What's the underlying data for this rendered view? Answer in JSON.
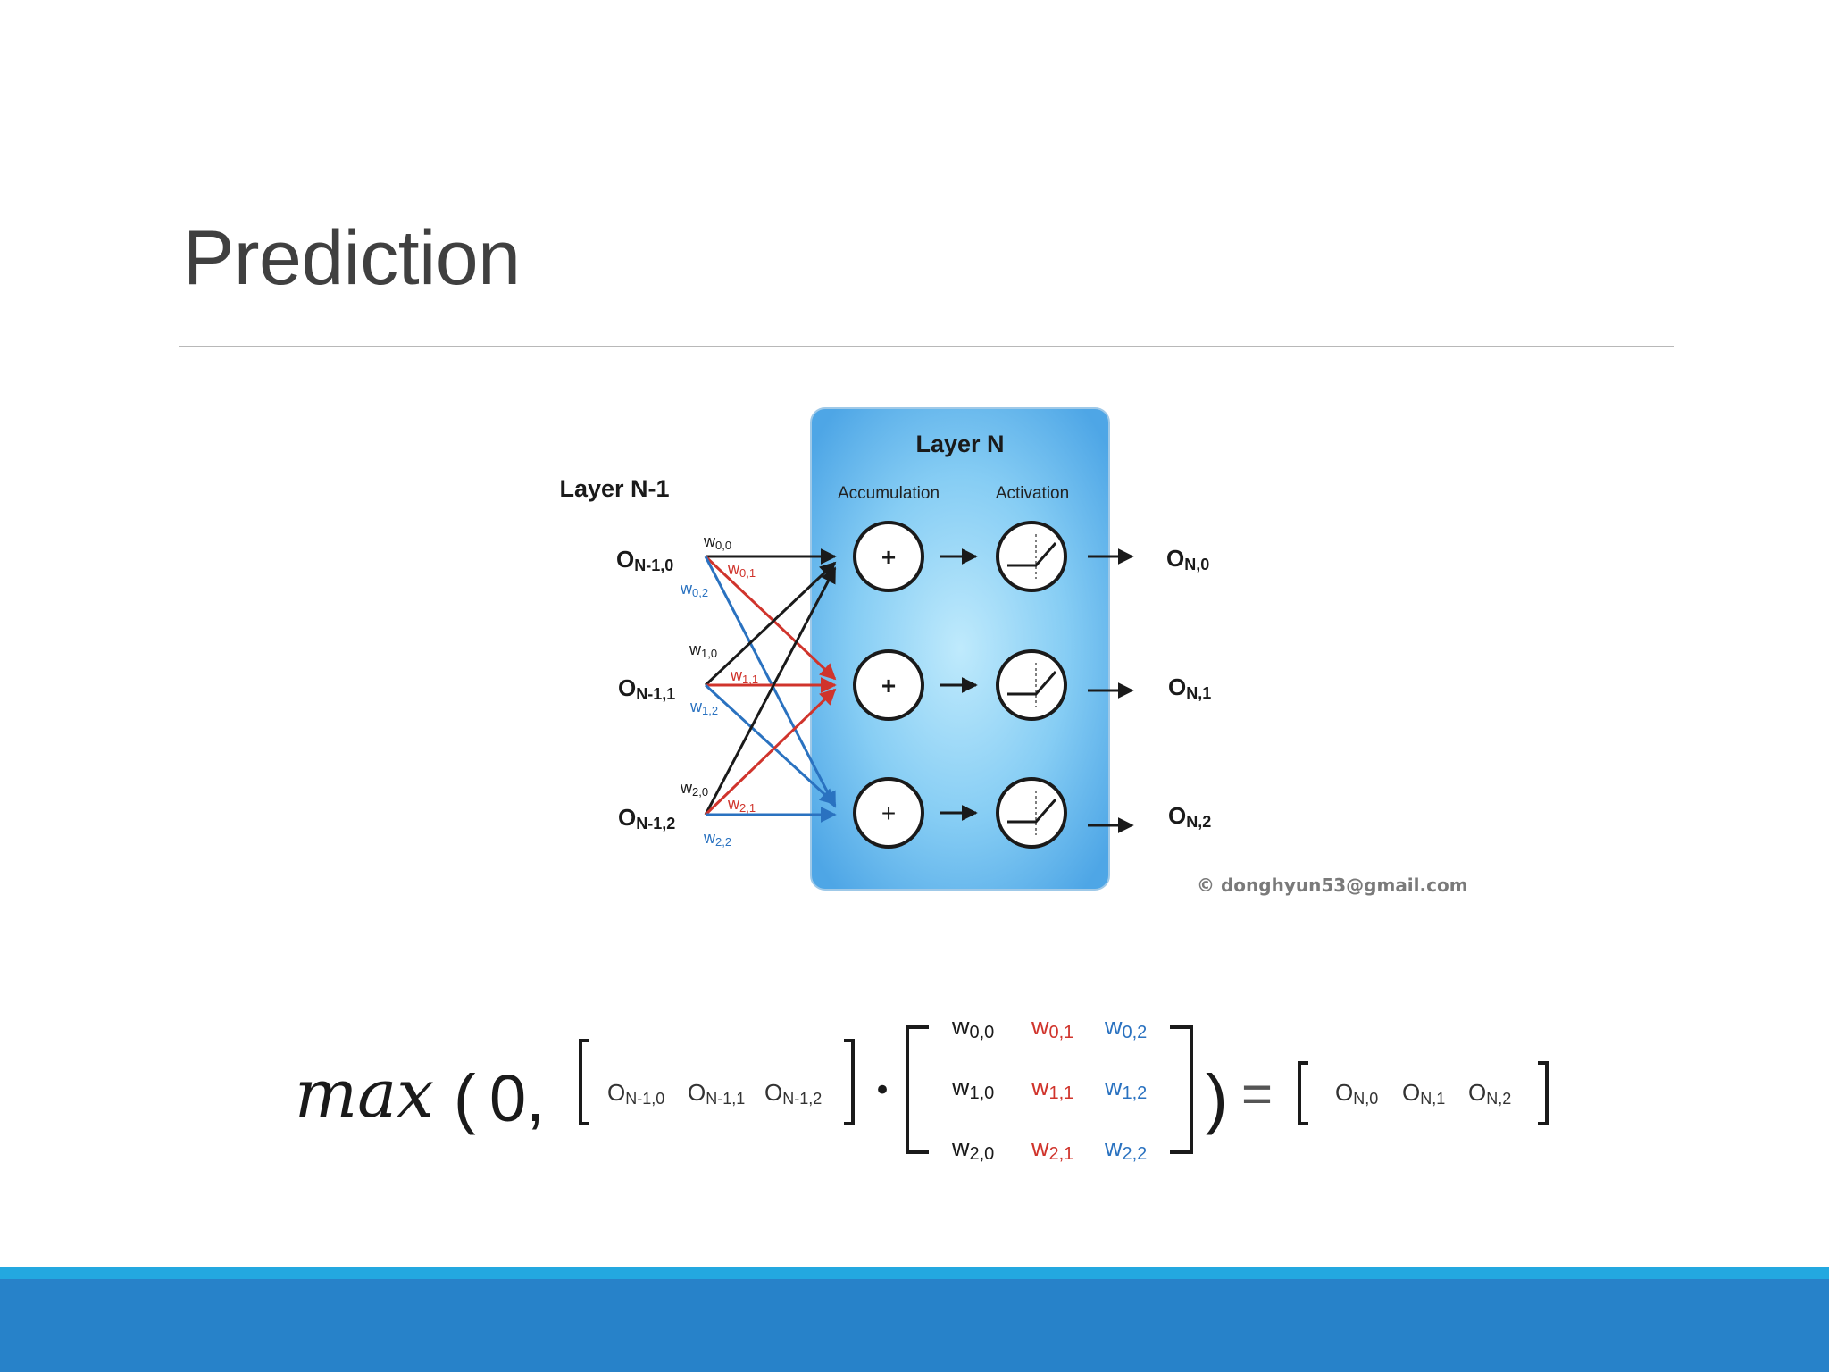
{
  "slide": {
    "title": "Prediction"
  },
  "diagram": {
    "layer_prev": "Layer N-1",
    "layer_curr": "Layer N",
    "accumulation": "Accumulation",
    "activation": "Activation",
    "plus": "+",
    "inputs": [
      {
        "base": "O",
        "sub": "N-1,0"
      },
      {
        "base": "O",
        "sub": "N-1,1"
      },
      {
        "base": "O",
        "sub": "N-1,2"
      }
    ],
    "outputs": [
      {
        "base": "O",
        "sub": "N,0"
      },
      {
        "base": "O",
        "sub": "N,1"
      },
      {
        "base": "O",
        "sub": "N,2"
      }
    ],
    "weights": [
      {
        "base": "w",
        "sub": "0,0"
      },
      {
        "base": "w",
        "sub": "0,1"
      },
      {
        "base": "w",
        "sub": "0,2"
      },
      {
        "base": "w",
        "sub": "1,0"
      },
      {
        "base": "w",
        "sub": "1,1"
      },
      {
        "base": "w",
        "sub": "1,2"
      },
      {
        "base": "w",
        "sub": "2,0"
      },
      {
        "base": "w",
        "sub": "2,1"
      },
      {
        "base": "w",
        "sub": "2,2"
      }
    ],
    "copyright": "© donghyun53@gmail.com",
    "colors": {
      "black": "#1a1a1a",
      "red": "#d0342c",
      "blue": "#2a72c0",
      "panel": "#5cb3ec"
    }
  },
  "equation": {
    "max": "max",
    "open": "(",
    "zero": "0,",
    "close": ")",
    "equals": "=",
    "dot": "•",
    "row": [
      {
        "base": "O",
        "sub": "N-1,0"
      },
      {
        "base": "O",
        "sub": "N-1,1"
      },
      {
        "base": "O",
        "sub": "N-1,2"
      }
    ],
    "result": [
      {
        "base": "O",
        "sub": "N,0"
      },
      {
        "base": "O",
        "sub": "N,1"
      },
      {
        "base": "O",
        "sub": "N,2"
      }
    ]
  },
  "footer": {
    "colors": [
      "#23a8e0",
      "#2782c9"
    ]
  }
}
